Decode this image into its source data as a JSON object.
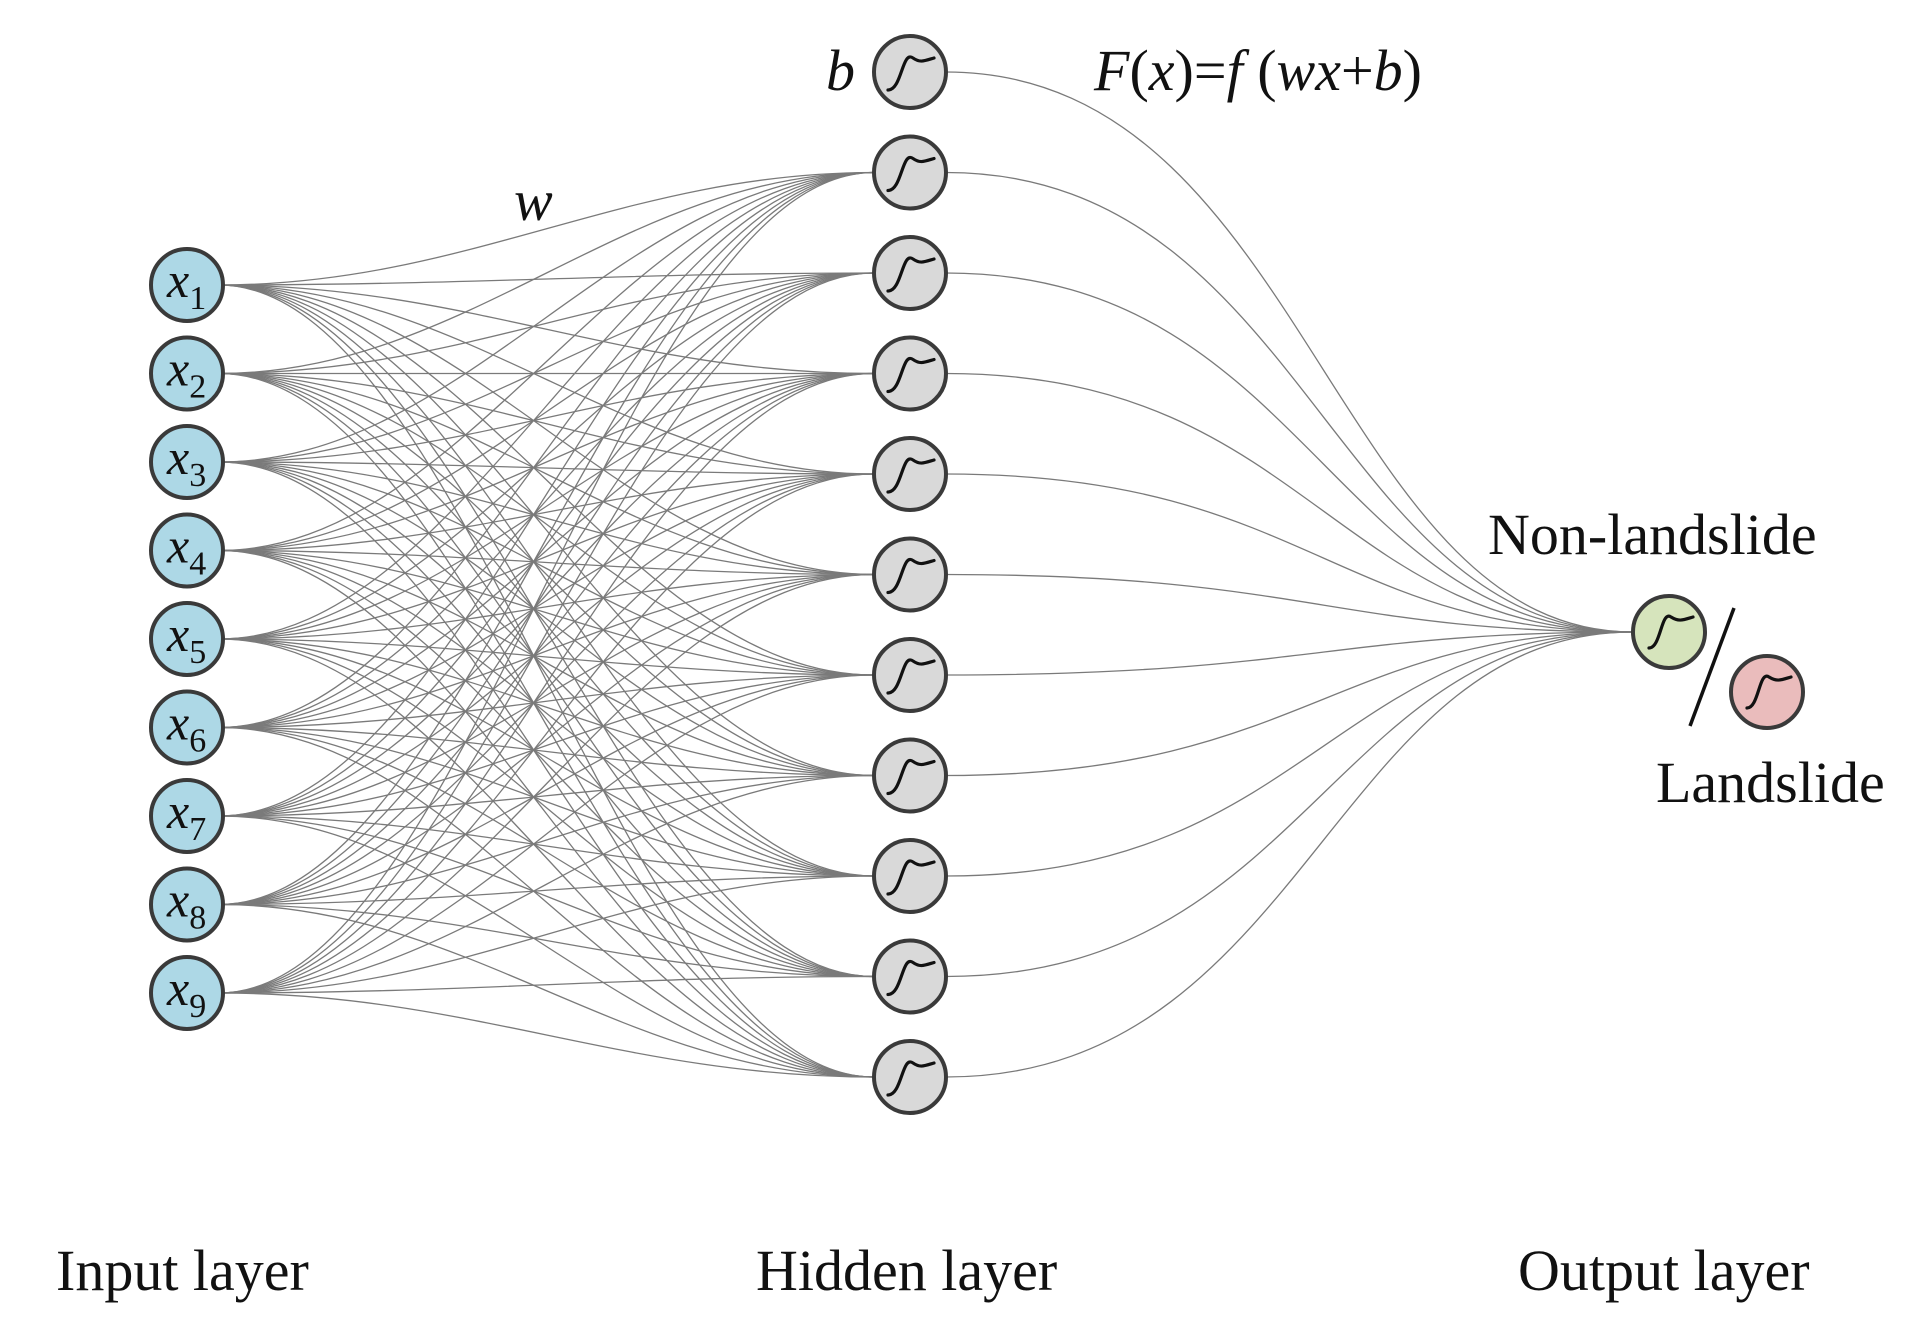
{
  "input_layer": {
    "label": "Input layer",
    "variable": "x",
    "nodes": [
      "1",
      "2",
      "3",
      "4",
      "5",
      "6",
      "7",
      "8",
      "9"
    ],
    "color": "#add8e6"
  },
  "hidden_layer": {
    "label": "Hidden layer",
    "node_count": 11,
    "bias_symbol": "b",
    "color": "#d9d9d9"
  },
  "weight_symbol": "w",
  "formula": {
    "F": "F",
    "lp1": "(",
    "x1": "x",
    "rp1": ")",
    "eq": "=",
    "f": "f",
    "lp2": " (",
    "w": "w",
    "x2": "x",
    "plus": "+",
    "b": "b",
    "rp2": ")"
  },
  "output_layer": {
    "label": "Output layer",
    "class_positive": "Non-landslide",
    "class_negative": "Landslide",
    "positive_color": "#d6e4bc",
    "negative_color": "#eabcbc"
  },
  "edge_color": "#7a7a7a"
}
